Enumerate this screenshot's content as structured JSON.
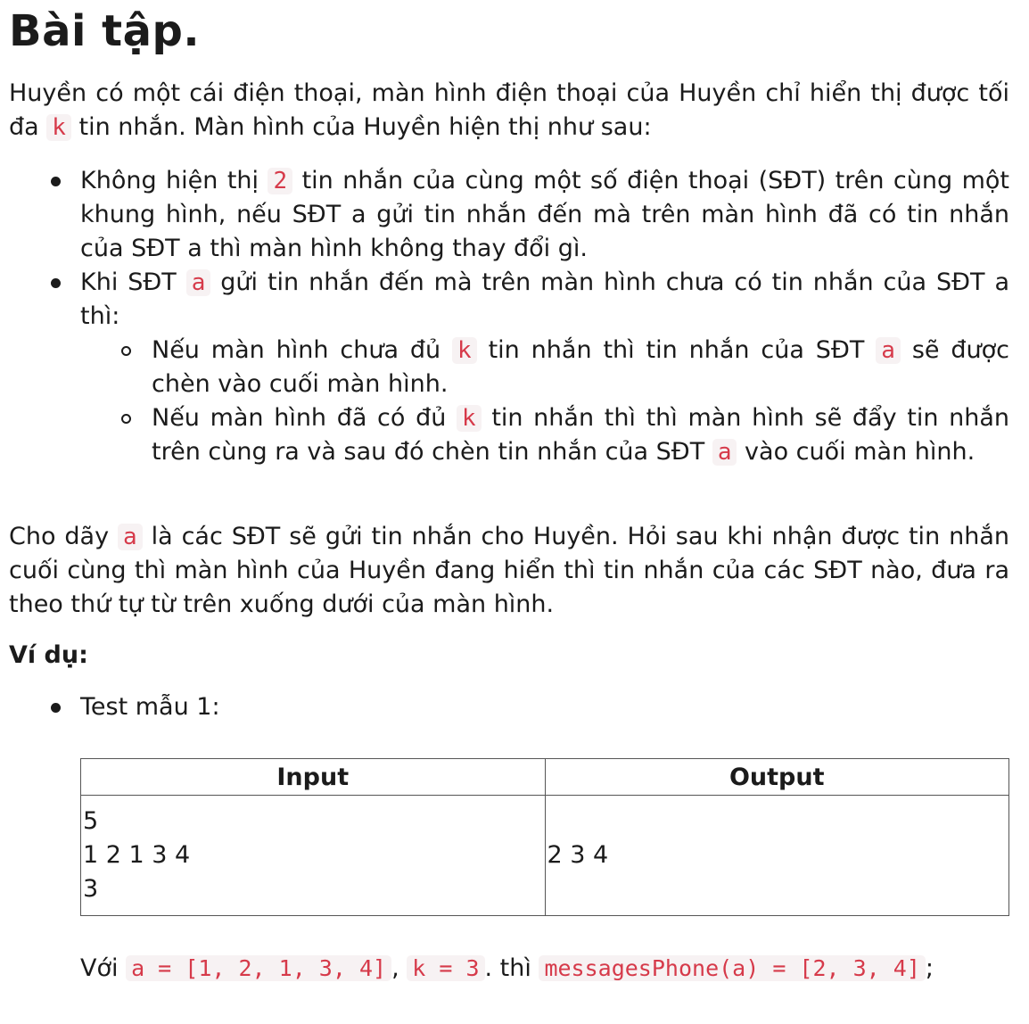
{
  "title": "Bài tập.",
  "intro": {
    "before_k": "Huyền có một cái điện thoại, màn hình điện thoại của Huyền chỉ hiển thị được tối đa ",
    "k_code": "k",
    "after_k": " tin nhắn. Màn hình của Huyền hiện thị như sau:"
  },
  "rules": {
    "rule1": {
      "before": "Không hiện thị ",
      "code": "2",
      "after": " tin nhắn của cùng một số điện thoại (SĐT) trên cùng một khung hình, nếu SĐT a gửi tin nhắn đến mà trên màn hình đã có tin nhắn của SĐT a thì màn hình không thay đổi gì."
    },
    "rule2": {
      "before": "Khi SĐT ",
      "code": "a",
      "after": " gửi tin nhắn đến mà trên màn hình chưa có tin nhắn của SĐT a thì:",
      "sub1": {
        "p1": "Nếu màn hình chưa đủ ",
        "c1": "k",
        "p2": " tin nhắn thì tin nhắn của SĐT ",
        "c2": "a",
        "p3": " sẽ được chèn vào cuối màn hình."
      },
      "sub2": {
        "p1": "Nếu màn hình đã có đủ ",
        "c1": "k",
        "p2": " tin nhắn thì thì màn hình sẽ đẩy tin nhắn trên cùng ra và sau đó chèn tin nhắn của SĐT ",
        "c2": "a",
        "p3": " vào cuối màn hình."
      }
    }
  },
  "question": {
    "before": "Cho dãy ",
    "code": "a",
    "after": " là các SĐT sẽ gửi tin nhắn cho Huyền. Hỏi sau khi nhận được tin nhắn cuối cùng thì màn hình của Huyền đang hiển thì tin nhắn của các SĐT nào, đưa ra theo thứ tự từ trên xuống dưới của màn hình."
  },
  "example_heading": "Ví dụ:",
  "test_label": "Test mẫu 1:",
  "sample_table": {
    "header_input": "Input",
    "header_output": "Output",
    "input_lines": [
      "5",
      "1 2 1 3 4",
      "3"
    ],
    "output": "2 3 4"
  },
  "explanation": {
    "p1": "Với ",
    "c1": "a = [1, 2, 1, 3, 4]",
    "p2": ", ",
    "c2": "k = 3",
    "p3": ". thì ",
    "c3": "messagesPhone(a) = [2, 3, 4]",
    "p4": ";"
  }
}
